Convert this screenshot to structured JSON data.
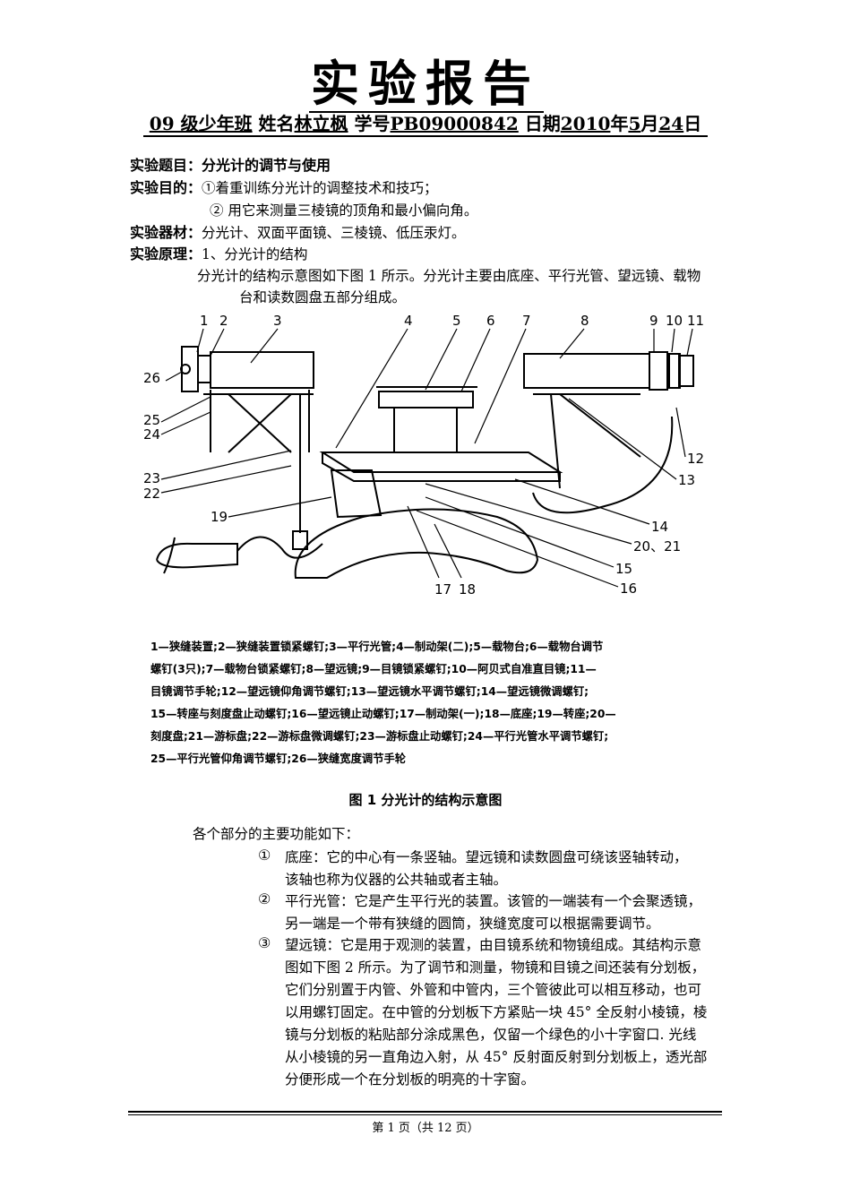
{
  "header": {
    "title": "实验报告",
    "meta": {
      "grade_class": "09 级少年班",
      "name_label": "姓名",
      "name": "林立枫",
      "id_label": "学号",
      "student_id": "PB09000842",
      "date_label": "日期",
      "date_year": "2010",
      "year_label": "年",
      "date_month": "5",
      "month_label": "月",
      "date_day": "24",
      "day_label": "日"
    }
  },
  "report": {
    "topic_label": "实验题目：",
    "topic": "分光计的调节与使用",
    "purpose_label": "实验目的：",
    "purpose_1": "①着重训练分光计的调整技术和技巧；",
    "purpose_2": "② 用它来测量三棱镜的顶角和最小偏向角。",
    "equipment_label": "实验器材：",
    "equipment": "分光计、双面平面镜、三棱镜、低压汞灯。",
    "principle_label": "实验原理：",
    "principle_heading": "1、分光计的结构",
    "principle_line1": "分光计的结构示意图如下图 1 所示。分光计主要由底座、平行光管、望远镜、载物",
    "principle_line2": "台和读数圆盘五部分组成。"
  },
  "figure": {
    "numbers": [
      "1",
      "2",
      "3",
      "4",
      "5",
      "6",
      "7",
      "8",
      "9",
      "10",
      "11",
      "12",
      "13",
      "14",
      "20、21",
      "15",
      "16",
      "17",
      "18",
      "19",
      "22",
      "23",
      "24",
      "25",
      "26"
    ],
    "legend_lines": [
      "1—狭缝装置;2—狭缝装置锁紧螺钉;3—平行光管;4—制动架(二);5—载物台;6—载物台调节",
      "螺钉(3只);7—载物台锁紧螺钉;8—望远镜;9—目镜锁紧螺钉;10—阿贝式自准直目镜;11—",
      "目镜调节手轮;12—望远镜仰角调节螺钉;13—望远镜水平调节螺钉;14—望远镜微调螺钉;",
      "15—转座与刻度盘止动螺钉;16—望远镜止动螺钉;17—制动架(一);18—底座;19—转座;20—",
      "刻度盘;21—游标盘;22—游标盘微调螺钉;23—游标盘止动螺钉;24—平行光管水平调节螺钉;",
      "25—平行光管仰角调节螺钉;26—狭缝宽度调节手轮"
    ],
    "caption": "图 1  分光计的结构示意图"
  },
  "functions": {
    "intro": "各个部分的主要功能如下：",
    "items": [
      {
        "num": "①",
        "lines": [
          "底座：它的中心有一条竖轴。望远镜和读数圆盘可绕该竖轴转动，",
          "该轴也称为仪器的公共轴或者主轴。"
        ]
      },
      {
        "num": "②",
        "lines": [
          "平行光管：它是产生平行光的装置。该管的一端装有一个会聚透镜，",
          "另一端是一个带有狭缝的圆筒，狭缝宽度可以根据需要调节。"
        ]
      },
      {
        "num": "③",
        "lines": [
          "望远镜：它是用于观测的装置，由目镜系统和物镜组成。其结构示意",
          "图如下图 2 所示。为了调节和测量，物镜和目镜之间还装有分划板，",
          "它们分别置于内管、外管和中管内，三个管彼此可以相互移动，也可",
          "以用螺钉固定。在中管的分划板下方紧贴一块 45° 全反射小棱镜，棱",
          "镜与分划板的粘贴部分涂成黑色，仅留一个绿色的小十字窗口. 光线",
          "从小棱镜的另一直角边入射，从 45° 反射面反射到分划板上，透光部",
          "分便形成一个在分划板的明亮的十字窗。"
        ]
      }
    ]
  },
  "footer": {
    "page_text": "第 1 页（共 12 页）"
  }
}
